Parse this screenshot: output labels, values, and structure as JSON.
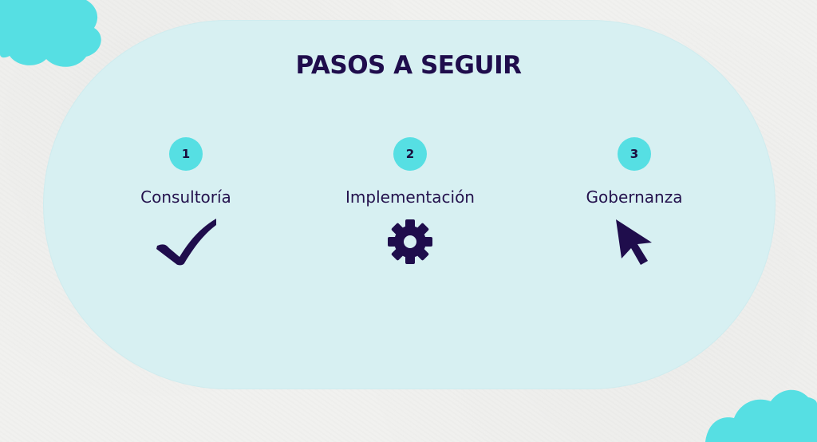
{
  "page": {
    "title": "PASOS A SEGUIR"
  },
  "steps": [
    {
      "number": "1",
      "label": "Consultoría",
      "icon": "checkmark-icon"
    },
    {
      "number": "2",
      "label": "Implementación",
      "icon": "gear-icon"
    },
    {
      "number": "3",
      "label": "Gobernanza",
      "icon": "cursor-icon"
    }
  ],
  "colors": {
    "background": "#f1f1ef",
    "panel": "#d7f0f2",
    "accent": "#56dfe3",
    "text": "#1f0d4c"
  }
}
